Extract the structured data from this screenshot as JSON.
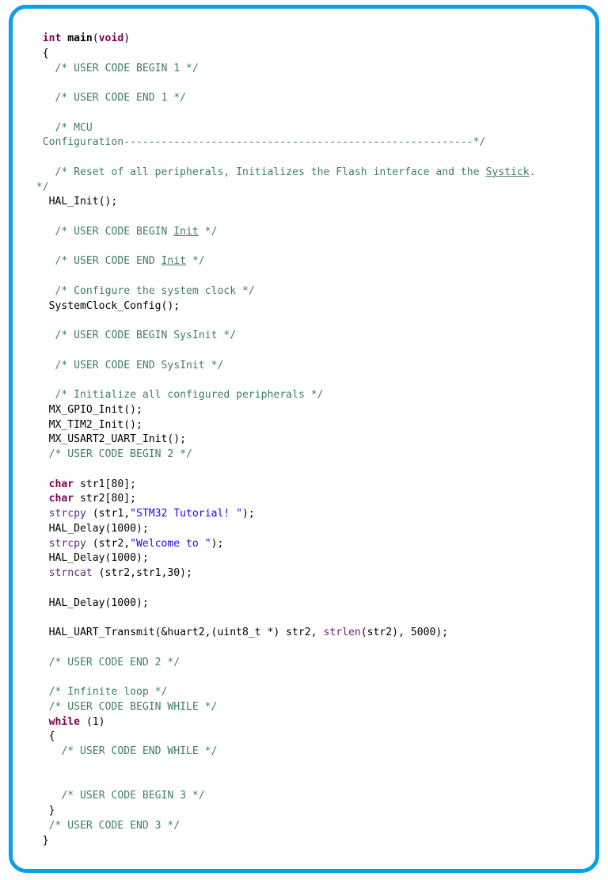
{
  "colors": {
    "frame_border": "#0aa0e6",
    "comment": "#3f7f5f",
    "keyword": "#7f0055",
    "function": "#642880",
    "string": "#2a00ff",
    "text": "#000000"
  },
  "code": {
    "language": "C",
    "lines": [
      {
        "indent": 3,
        "tokens": [
          {
            "t": "int",
            "c": "kw"
          },
          {
            "t": " ",
            "c": "tx"
          },
          {
            "t": "main",
            "c": "kwb"
          },
          {
            "t": "(",
            "c": "tx"
          },
          {
            "t": "void",
            "c": "kw"
          },
          {
            "t": ")",
            "c": "tx"
          }
        ]
      },
      {
        "indent": 3,
        "tokens": [
          {
            "t": "{",
            "c": "tx"
          }
        ]
      },
      {
        "indent": 5,
        "tokens": [
          {
            "t": "/* USER CODE BEGIN 1 */",
            "c": "cm"
          }
        ]
      },
      {
        "indent": 0,
        "tokens": []
      },
      {
        "indent": 5,
        "tokens": [
          {
            "t": "/* USER CODE END 1 */",
            "c": "cm"
          }
        ]
      },
      {
        "indent": 0,
        "tokens": []
      },
      {
        "indent": 5,
        "tokens": [
          {
            "t": "/* MCU",
            "c": "cm"
          }
        ]
      },
      {
        "indent": 3,
        "tokens": [
          {
            "t": "Configuration--------------------------------------------------------*/",
            "c": "cm"
          }
        ]
      },
      {
        "indent": 0,
        "tokens": []
      },
      {
        "indent": 5,
        "tokens": [
          {
            "t": "/* Reset of all peripherals, Initializes the Flash interface and the ",
            "c": "cm"
          },
          {
            "t": "Systick",
            "c": "cmu"
          },
          {
            "t": ".",
            "c": "cm"
          }
        ]
      },
      {
        "indent": 2,
        "tokens": [
          {
            "t": "*/",
            "c": "cm"
          }
        ]
      },
      {
        "indent": 4,
        "tokens": [
          {
            "t": "HAL_Init();",
            "c": "tx"
          }
        ]
      },
      {
        "indent": 0,
        "tokens": []
      },
      {
        "indent": 5,
        "tokens": [
          {
            "t": "/* USER CODE BEGIN ",
            "c": "cm"
          },
          {
            "t": "Init",
            "c": "cmu"
          },
          {
            "t": " */",
            "c": "cm"
          }
        ]
      },
      {
        "indent": 0,
        "tokens": []
      },
      {
        "indent": 5,
        "tokens": [
          {
            "t": "/* USER CODE END ",
            "c": "cm"
          },
          {
            "t": "Init",
            "c": "cmu"
          },
          {
            "t": " */",
            "c": "cm"
          }
        ]
      },
      {
        "indent": 0,
        "tokens": []
      },
      {
        "indent": 5,
        "tokens": [
          {
            "t": "/* Configure the system clock */",
            "c": "cm"
          }
        ]
      },
      {
        "indent": 4,
        "tokens": [
          {
            "t": "SystemClock_Config();",
            "c": "tx"
          }
        ]
      },
      {
        "indent": 0,
        "tokens": []
      },
      {
        "indent": 5,
        "tokens": [
          {
            "t": "/* USER CODE BEGIN SysInit */",
            "c": "cm"
          }
        ]
      },
      {
        "indent": 0,
        "tokens": []
      },
      {
        "indent": 5,
        "tokens": [
          {
            "t": "/* USER CODE END SysInit */",
            "c": "cm"
          }
        ]
      },
      {
        "indent": 0,
        "tokens": []
      },
      {
        "indent": 5,
        "tokens": [
          {
            "t": "/* Initialize all configured peripherals */",
            "c": "cm"
          }
        ]
      },
      {
        "indent": 4,
        "tokens": [
          {
            "t": "MX_GPIO_Init();",
            "c": "tx"
          }
        ]
      },
      {
        "indent": 4,
        "tokens": [
          {
            "t": "MX_TIM2_Init();",
            "c": "tx"
          }
        ]
      },
      {
        "indent": 4,
        "tokens": [
          {
            "t": "MX_USART2_UART_Init();",
            "c": "tx"
          }
        ]
      },
      {
        "indent": 4,
        "tokens": [
          {
            "t": "/* USER CODE BEGIN 2 */",
            "c": "cm"
          }
        ]
      },
      {
        "indent": 0,
        "tokens": []
      },
      {
        "indent": 4,
        "tokens": [
          {
            "t": "char",
            "c": "kw"
          },
          {
            "t": " str1[80];",
            "c": "tx"
          }
        ]
      },
      {
        "indent": 4,
        "tokens": [
          {
            "t": "char",
            "c": "kw"
          },
          {
            "t": " str2[80];",
            "c": "tx"
          }
        ]
      },
      {
        "indent": 4,
        "tokens": [
          {
            "t": "strcpy",
            "c": "fn"
          },
          {
            "t": " (str1,",
            "c": "tx"
          },
          {
            "t": "\"STM32 Tutorial! \"",
            "c": "str"
          },
          {
            "t": ");",
            "c": "tx"
          }
        ]
      },
      {
        "indent": 4,
        "tokens": [
          {
            "t": "HAL_Delay(1000);",
            "c": "tx"
          }
        ]
      },
      {
        "indent": 4,
        "tokens": [
          {
            "t": "strcpy",
            "c": "fn"
          },
          {
            "t": " (str2,",
            "c": "tx"
          },
          {
            "t": "\"Welcome to \"",
            "c": "str"
          },
          {
            "t": ");",
            "c": "tx"
          }
        ]
      },
      {
        "indent": 4,
        "tokens": [
          {
            "t": "HAL_Delay(1000);",
            "c": "tx"
          }
        ]
      },
      {
        "indent": 4,
        "tokens": [
          {
            "t": "strncat",
            "c": "fn"
          },
          {
            "t": " (str2,str1,30);",
            "c": "tx"
          }
        ]
      },
      {
        "indent": 0,
        "tokens": []
      },
      {
        "indent": 4,
        "tokens": [
          {
            "t": "HAL_Delay(1000);",
            "c": "tx"
          }
        ]
      },
      {
        "indent": 0,
        "tokens": []
      },
      {
        "indent": 4,
        "tokens": [
          {
            "t": "HAL_UART_Transmit(&huart2,(uint8_t *) str2, ",
            "c": "tx"
          },
          {
            "t": "strlen",
            "c": "fn"
          },
          {
            "t": "(str2), 5000);",
            "c": "tx"
          }
        ]
      },
      {
        "indent": 0,
        "tokens": []
      },
      {
        "indent": 4,
        "tokens": [
          {
            "t": "/* USER CODE END 2 */",
            "c": "cm"
          }
        ]
      },
      {
        "indent": 0,
        "tokens": []
      },
      {
        "indent": 4,
        "tokens": [
          {
            "t": "/* Infinite loop */",
            "c": "cm"
          }
        ]
      },
      {
        "indent": 4,
        "tokens": [
          {
            "t": "/* USER CODE BEGIN WHILE */",
            "c": "cm"
          }
        ]
      },
      {
        "indent": 4,
        "tokens": [
          {
            "t": "while",
            "c": "kw"
          },
          {
            "t": " (1)",
            "c": "tx"
          }
        ]
      },
      {
        "indent": 4,
        "tokens": [
          {
            "t": "{",
            "c": "tx"
          }
        ]
      },
      {
        "indent": 6,
        "tokens": [
          {
            "t": "/* USER CODE END WHILE */",
            "c": "cm"
          }
        ]
      },
      {
        "indent": 0,
        "tokens": []
      },
      {
        "indent": 0,
        "tokens": []
      },
      {
        "indent": 6,
        "tokens": [
          {
            "t": "/* USER CODE BEGIN 3 */",
            "c": "cm"
          }
        ]
      },
      {
        "indent": 4,
        "tokens": [
          {
            "t": "}",
            "c": "tx"
          }
        ]
      },
      {
        "indent": 4,
        "tokens": [
          {
            "t": "/* USER CODE END 3 */",
            "c": "cm"
          }
        ]
      },
      {
        "indent": 3,
        "tokens": [
          {
            "t": "}",
            "c": "tx"
          }
        ]
      }
    ]
  }
}
